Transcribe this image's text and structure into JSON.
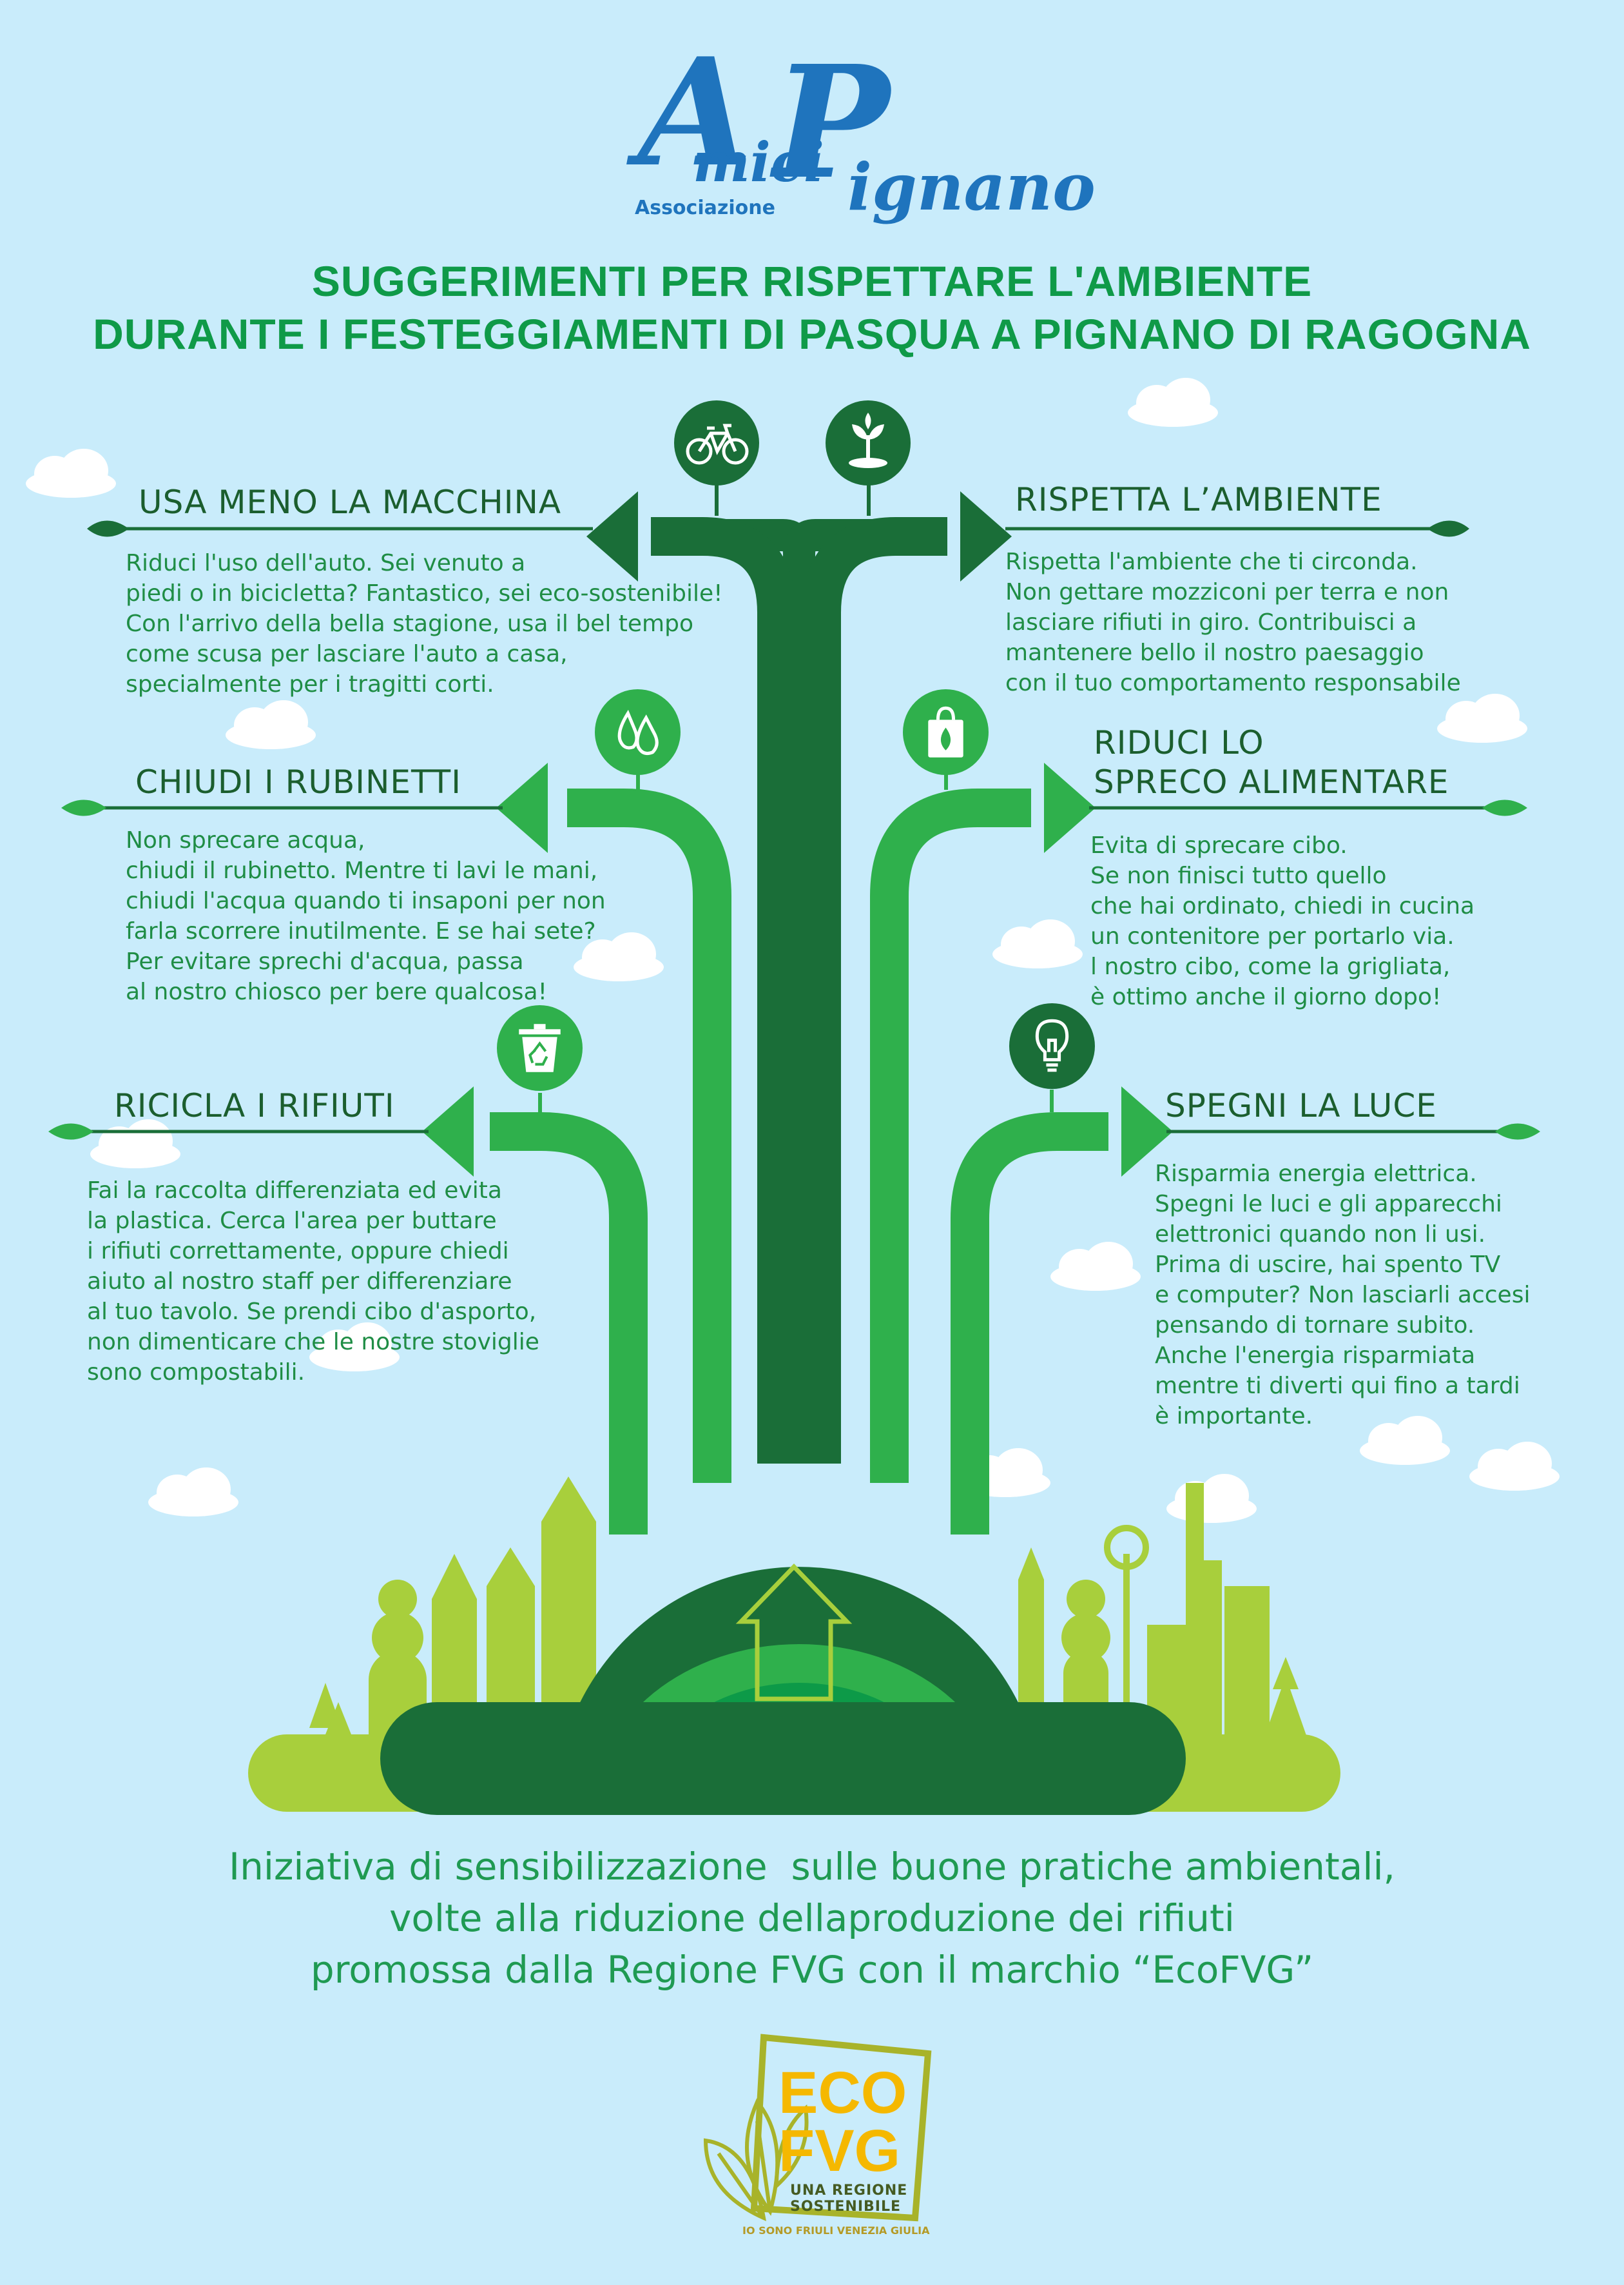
{
  "logo": {
    "letter_a": "A",
    "amici": "mici",
    "associazione": "Associazione",
    "letter_p": "P",
    "ignano": "ignano"
  },
  "title": {
    "line1": "SUGGERIMENTI PER RISPETTARE L'AMBIENTE",
    "line2": "DURANTE I FESTEGGIAMENTI DI PASQUA A PIGNANO DI RAGOGNA"
  },
  "tips": {
    "auto": {
      "heading": "USA MENO LA MACCHINA",
      "icon": "bicycle-icon",
      "text": "Riduci l'uso dell'auto. Sei venuto a\npiedi o in bicicletta? Fantastico, sei eco-sostenibile!\nCon l'arrivo della bella stagione, usa il bel tempo\ncome scusa per lasciare l'auto a casa,\nspecialmente per i tragitti corti."
    },
    "ambiente": {
      "heading": "RISPETTA L’AMBIENTE",
      "icon": "sprout-icon",
      "text": "Rispetta l'ambiente che ti circonda.\nNon gettare mozziconi per terra e non\nlasciare rifiuti in giro. Contribuisci a\nmantenere bello il nostro paesaggio\ncon il tuo comportamento responsabile"
    },
    "rubinetti": {
      "heading": "CHIUDI I RUBINETTI",
      "icon": "water-drops-icon",
      "text": "Non sprecare acqua,\nchiudi il rubinetto. Mentre ti lavi le mani,\nchiudi l'acqua quando ti insaponi per non\nfarla scorrere inutilmente. E se hai sete?\nPer evitare sprechi d'acqua, passa\nal nostro chiosco per bere qualcosa!"
    },
    "spreco": {
      "heading_line1": "RIDUCI LO",
      "heading_line2": "SPRECO ALIMENTARE",
      "icon": "eco-bag-icon",
      "text": "Evita di sprecare cibo.\nSe non finisci tutto quello\nche hai ordinato, chiedi in cucina\nun contenitore per portarlo via.\nl nostro cibo, come la grigliata,\nè ottimo anche il giorno dopo!"
    },
    "rifiuti": {
      "heading": "RICICLA I RIFIUTI",
      "icon": "recycle-bin-icon",
      "text": "Fai la raccolta differenziata ed evita\nla plastica. Cerca l'area per buttare\ni rifiuti correttamente, oppure chiedi\naiuto al nostro staff per differenziare\nal tuo tavolo. Se prendi cibo d'asporto,\nnon dimenticare che le nostre stoviglie\nsono compostabili."
    },
    "luce": {
      "heading": "SPEGNI LA LUCE",
      "icon": "light-bulb-icon",
      "text": "Risparmia energia elettrica.\nSpegni le luci e gli apparecchi\nelettronici quando non li usi.\nPrima di uscire, hai spento TV\ne computer? Non lasciarli accesi\npensando di tornare subito.\nAnche l'energia risparmiata\nmentre ti diverti qui fino a tardi\nè importante."
    }
  },
  "footer": {
    "text": "Iniziativa di sensibilizzazione  sulle buone pratiche ambientali,\nvolte alla riduzione dellaproduzione dei rifiuti\npromossa dalla Regione FVG con il marchio “EcoFVG”"
  },
  "eco_logo": {
    "eco": "ECO",
    "fvg": "FVG",
    "line1": "UNA REGIONE",
    "line2": "SOSTENIBILE",
    "tagline": "IO SONO FRIULI VENEZIA GIULIA"
  },
  "colors": {
    "sky": "#c9ecfb",
    "dark_green": "#1a6e38",
    "mid_green": "#2fb04c",
    "light_green": "#a8cf3c",
    "title_green": "#0f9a48",
    "eco_yellow": "#f5b800",
    "logo_blue": "#1f74bd"
  }
}
